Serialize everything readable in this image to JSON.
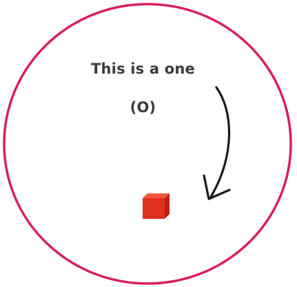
{
  "caption": {
    "line1": "This is a one",
    "line2": "(O)"
  },
  "colors": {
    "ring": "#d91e5b",
    "text": "#3a3a3a",
    "arrow": "#1a1a1a",
    "cube_front": "#e0301e",
    "cube_top": "#f0583e",
    "cube_side": "#b8220f"
  },
  "icons": {
    "ring": "circle-outline",
    "pointer": "curved-arrow",
    "unit": "red-cube"
  }
}
